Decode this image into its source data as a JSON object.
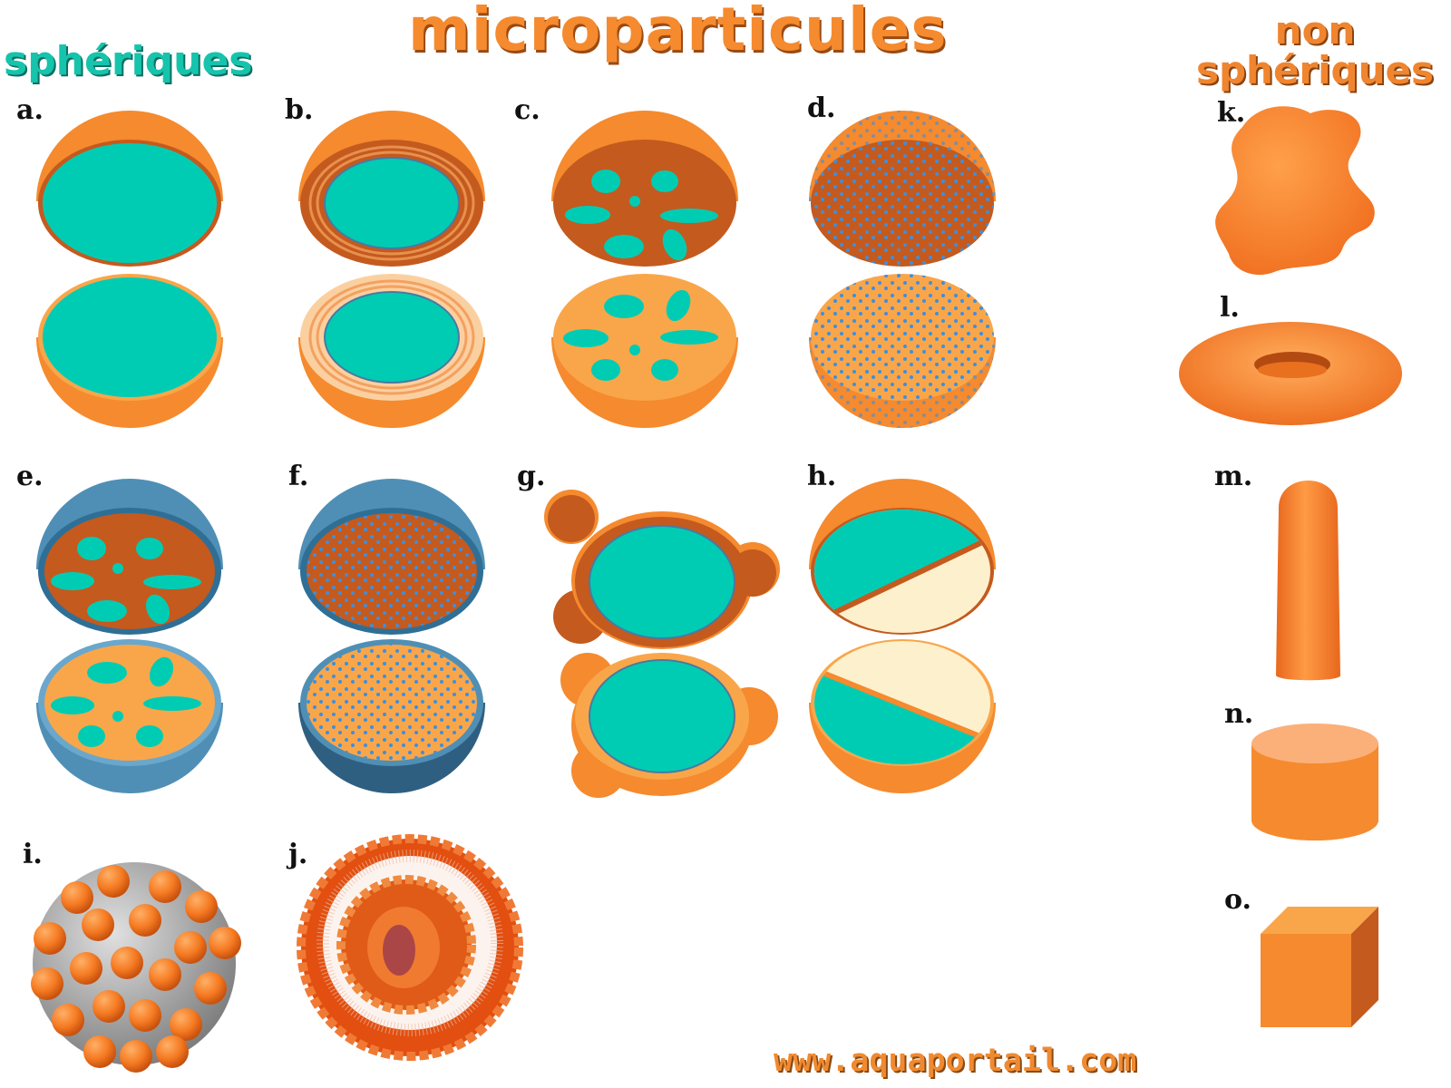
{
  "headings": {
    "title": "microparticules",
    "spherical": "sphériques",
    "non_spherical_line1": "non",
    "non_spherical_line2": "sphériques"
  },
  "labels": {
    "a": "a.",
    "b": "b.",
    "c": "c.",
    "d": "d.",
    "e": "e.",
    "f": "f.",
    "g": "g.",
    "h": "h.",
    "i": "i.",
    "j": "j.",
    "k": "k.",
    "l": "l.",
    "m": "m.",
    "n": "n.",
    "o": "o."
  },
  "website": "www.aquaportail.com",
  "colors": {
    "orange": "#f58a2e",
    "dark_orange": "#c45a1e",
    "light_orange": "#f9a64a",
    "teal": "#00ccb4",
    "blue_coat": "#4f8fb6",
    "cream": "#fdf0cc"
  }
}
